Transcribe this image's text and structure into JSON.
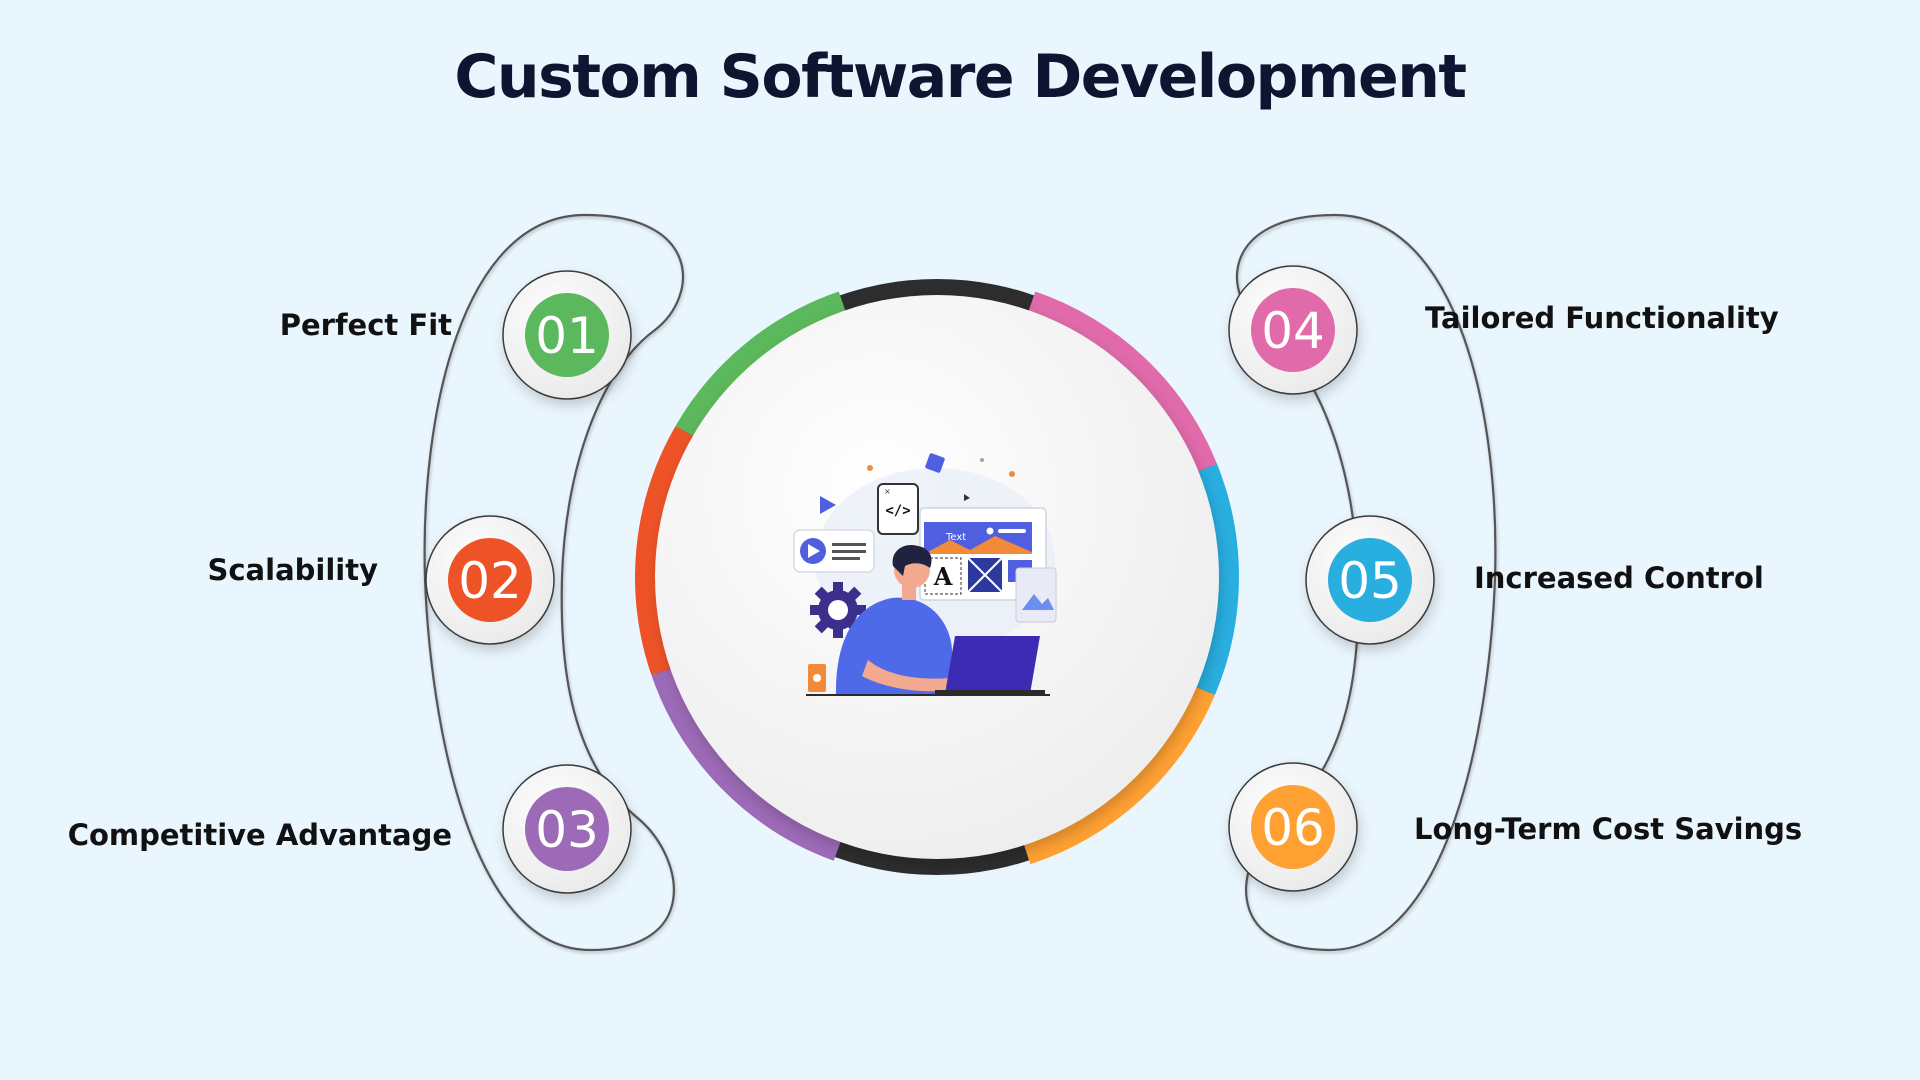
{
  "title": "Custom Software Development",
  "items": [
    {
      "number": "01",
      "label": "Perfect Fit",
      "color": "#5cb85c"
    },
    {
      "number": "02",
      "label": "Scalability",
      "color": "#ee5327"
    },
    {
      "number": "03",
      "label": "Competitive Advantage",
      "color": "#9d6ab7"
    },
    {
      "number": "04",
      "label": "Tailored Functionality",
      "color": "#e06aaa"
    },
    {
      "number": "05",
      "label": "Increased Control",
      "color": "#29aee0"
    },
    {
      "number": "06",
      "label": "Long-Term Cost Savings",
      "color": "#ffa032"
    }
  ],
  "illustration": {
    "code_tag": "</>",
    "text_label": "Text",
    "letter": "A",
    "icon_names": [
      "developer-at-laptop-icon",
      "gear-icon",
      "play-button-icon",
      "code-window-icon",
      "image-icon",
      "coffee-cup-icon"
    ]
  }
}
